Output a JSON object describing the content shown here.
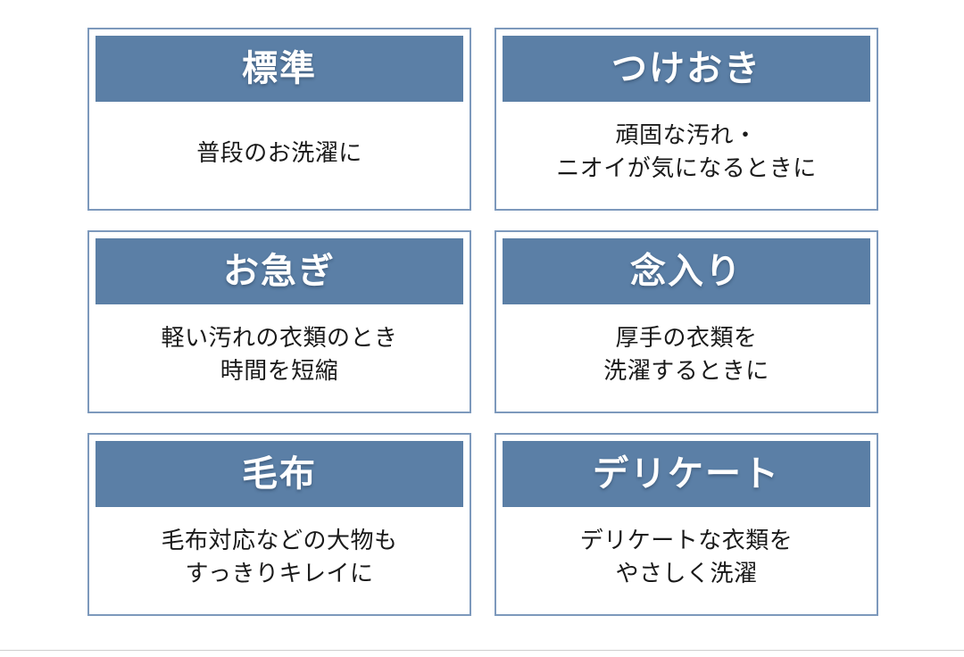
{
  "page": {
    "background_color": "#ffffff",
    "divider_color": "#cfcfcf"
  },
  "theme": {
    "header_band_color": "#5b7fa6",
    "card_border_color": "#7d99bc",
    "title_text_color": "#ffffff",
    "body_text_color": "#1a1a1a"
  },
  "cards": [
    {
      "title": "標準",
      "description": "普段のお洗濯に",
      "lines": 1
    },
    {
      "title": "つけおき",
      "description": "頑固な汚れ・\nニオイが気になるときに",
      "lines": 2
    },
    {
      "title": "お急ぎ",
      "description": "軽い汚れの衣類のとき\n時間を短縮",
      "lines": 2
    },
    {
      "title": "念入り",
      "description": "厚手の衣類を\n洗濯するときに",
      "lines": 2
    },
    {
      "title": "毛布",
      "description": "毛布対応などの大物も\nすっきりキレイに",
      "lines": 2
    },
    {
      "title": "デリケート",
      "description": "デリケートな衣類を\nやさしく洗濯",
      "lines": 2
    }
  ]
}
